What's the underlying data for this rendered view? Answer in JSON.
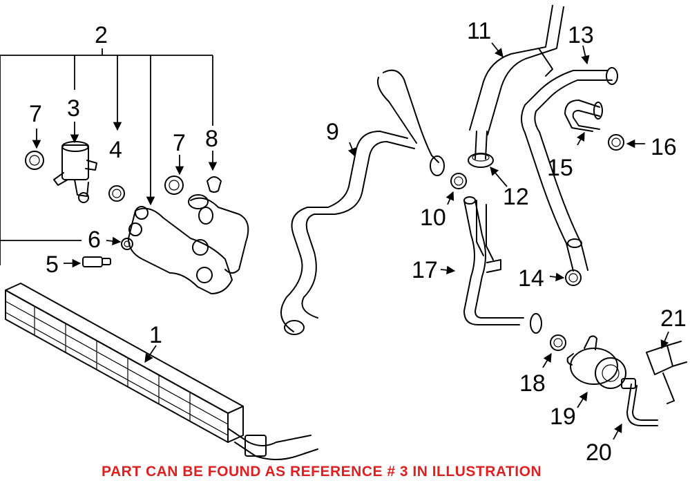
{
  "callouts": {
    "c1": "1",
    "c2": "2",
    "c3": "3",
    "c4": "4",
    "c5": "5",
    "c6": "6",
    "c7a": "7",
    "c7b": "7",
    "c8": "8",
    "c9": "9",
    "c10": "10",
    "c11": "11",
    "c12": "12",
    "c13": "13",
    "c14": "14",
    "c15": "15",
    "c16": "16",
    "c17": "17",
    "c18": "18",
    "c19": "19",
    "c20": "20",
    "c21": "21"
  },
  "notice": "PART CAN BE FOUND AS REFERENCE # 3 IN ILLUSTRATION",
  "colors": {
    "notice": "#e02020",
    "lines": "#000000",
    "background": "#ffffff"
  }
}
